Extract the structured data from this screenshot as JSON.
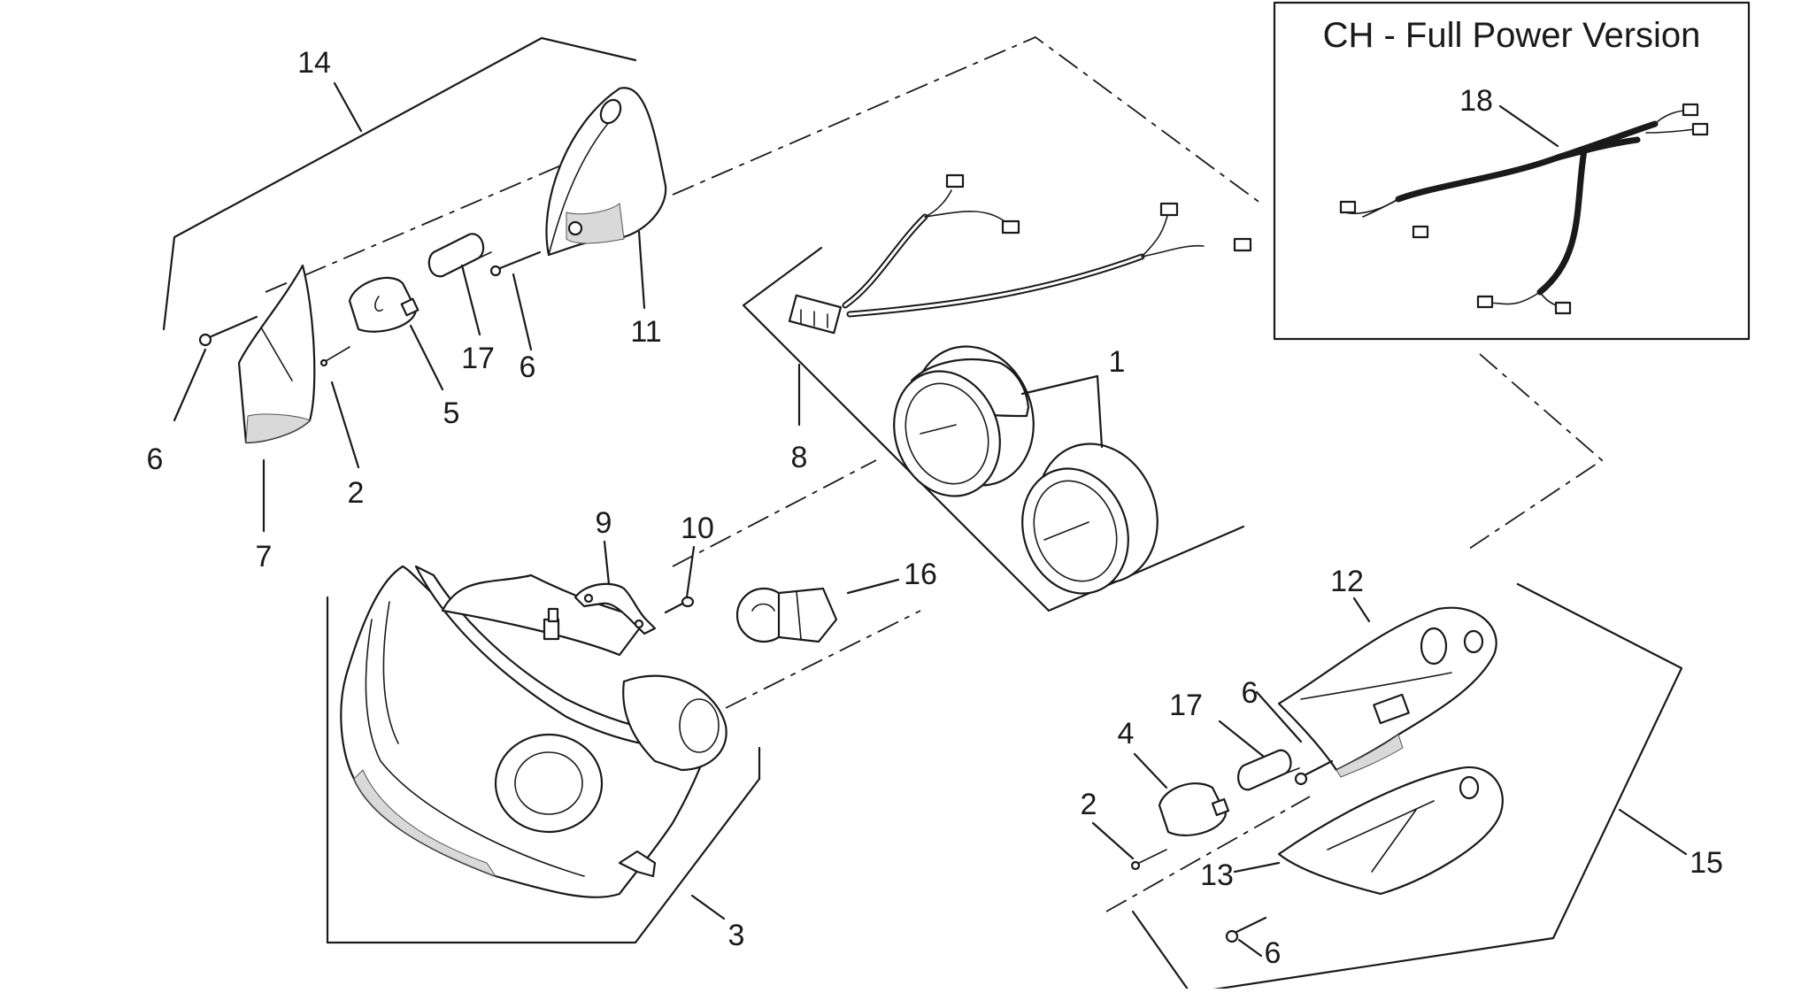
{
  "inset": {
    "title": "CH - Full Power Version",
    "label": "18"
  },
  "callouts": {
    "c14": "14",
    "c6a": "6",
    "c7": "7",
    "c2a": "2",
    "c5": "5",
    "c17a": "17",
    "c6b": "6",
    "c11": "11",
    "c8": "8",
    "c1": "1",
    "c9": "9",
    "c10": "10",
    "c16": "16",
    "c3": "3",
    "c12": "12",
    "c17b": "17",
    "c6c": "6",
    "c4": "4",
    "c2b": "2",
    "c13": "13",
    "c15": "15",
    "c6d": "6"
  }
}
